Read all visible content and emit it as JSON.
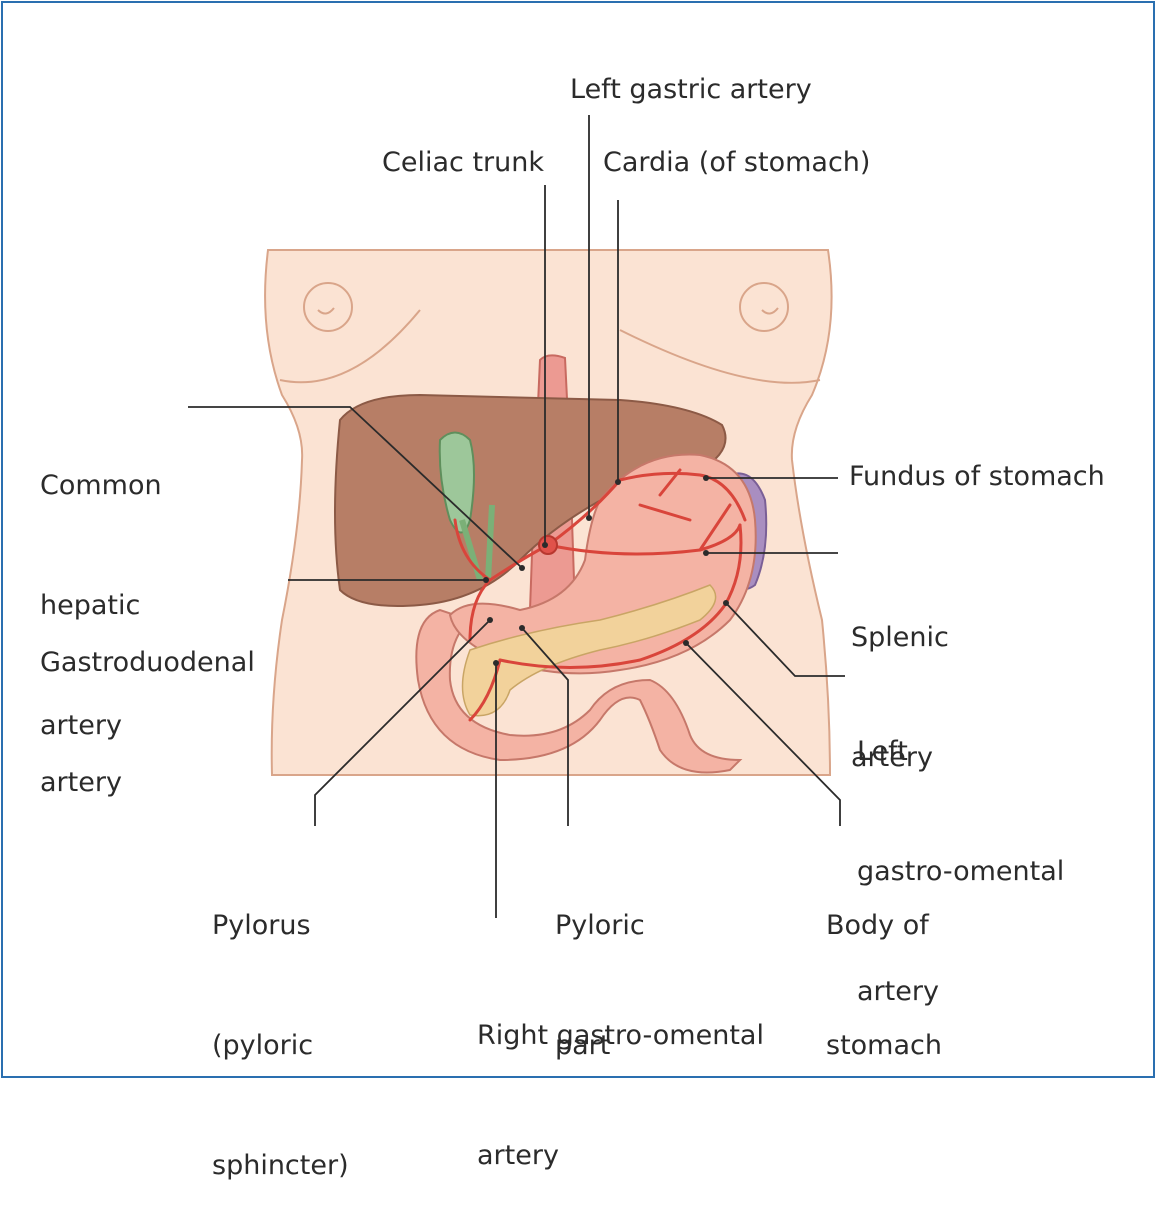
{
  "labels": {
    "left_gastric_artery": "Left gastric artery",
    "celiac_trunk": "Celiac trunk",
    "cardia": "Cardia (of stomach)",
    "common_hepatic_artery": [
      "Common",
      "hepatic",
      "artery"
    ],
    "fundus": "Fundus of stomach",
    "splenic_artery": [
      "Splenic",
      "artery"
    ],
    "gastroduodenal_artery": [
      "Gastroduodenal",
      "artery"
    ],
    "left_gastro_omental_artery": [
      "Left",
      "gastro-omental",
      "artery"
    ],
    "pylorus": [
      "Pylorus",
      "(pyloric",
      "sphincter)"
    ],
    "pyloric_part": [
      "Pyloric",
      "part"
    ],
    "body_of_stomach": [
      "Body of",
      "stomach"
    ],
    "right_gastro_omental_artery": [
      "Right gastro-omental",
      "artery"
    ]
  },
  "colors": {
    "frame": "#2a6fb0",
    "skin": "#fbe3d3",
    "skin_outline": "#d9a58a",
    "liver": "#b77e66",
    "stomach": "#f4b3a4",
    "artery": "#d9453b",
    "pancreas": "#f2d29b",
    "gallbladder": "#9dc79a",
    "spleen": "#a98ec0",
    "leader": "#2b2b2b"
  }
}
